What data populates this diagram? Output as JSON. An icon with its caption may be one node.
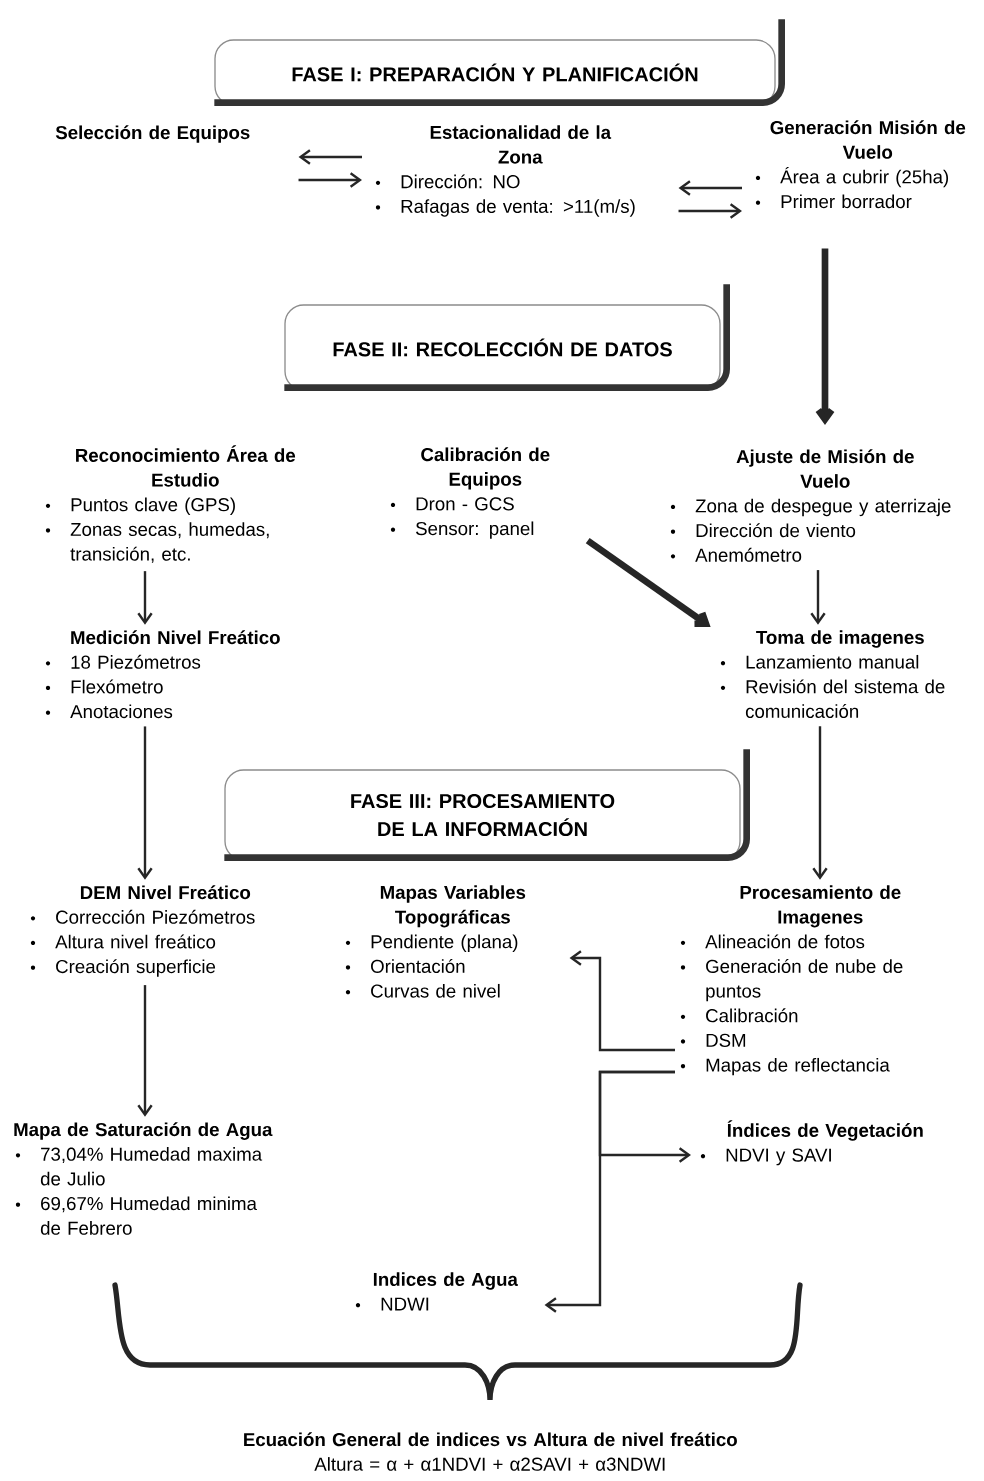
{
  "diagram": {
    "nodes": [
      {
        "text": [
          "FASE I: PREPARACIÓN Y PLANIFICACIÓN"
        ]
      },
      {
        "text": [
          "Selección de Equipos"
        ]
      },
      {
        "text": [
          "Estacionalidad de la Zona",
          "Dirección: NO",
          "Rafagas de venta: >11(m/s)"
        ]
      },
      {
        "text": [
          "Generación Misión de Vuelo",
          "Área a cubrir (25ha)",
          "Primer borrador"
        ]
      },
      {
        "text": [
          "FASE II: RECOLECCIÓN DE DATOS"
        ]
      },
      {
        "text": [
          "Reconocimiento Área de Estudio",
          "Puntos clave (GPS)",
          "Zonas secas, humedas, transición, etc."
        ]
      },
      {
        "text": [
          "Calibración de Equipos",
          "Dron - GCS",
          "Sensor: panel"
        ]
      },
      {
        "text": [
          "Ajuste de Misión de Vuelo",
          "Zona de despegue y aterrizaje",
          "Dirección de viento",
          "Anemómetro"
        ]
      },
      {
        "text": [
          "Medición Nivel Freático",
          "18 Piezómetros",
          "Flexómetro",
          "Anotaciones"
        ]
      },
      {
        "text": [
          "Toma de imagenes",
          "Lanzamiento manual",
          "Revisión del sistema de comunicación"
        ]
      },
      {
        "text": [
          "FASE III: PROCESAMIENTO DE LA INFORMACIÓN"
        ]
      },
      {
        "text": [
          "DEM Nivel Freático",
          "Corrección Piezómetros",
          "Altura nivel freático",
          "Creación superficie"
        ]
      },
      {
        "text": [
          "Mapas Variables Topográficas",
          "Pendiente (plana)",
          "Orientación",
          "Curvas de nivel"
        ]
      },
      {
        "text": [
          "Procesamiento de Imagenes",
          "Alineación de fotos",
          "Generación de nube de puntos",
          "Calibración",
          "DSM",
          "Mapas de reflectancia"
        ]
      },
      {
        "text": [
          "Mapa de Saturación de Agua",
          "73,04% Humedad maxima de Julio",
          "69,67% Humedad minima de Febrero"
        ]
      },
      {
        "text": [
          "Índices de Vegetación",
          "NDVI y SAVI"
        ]
      },
      {
        "text": [
          "Indices de Agua",
          "NDWI"
        ]
      },
      {
        "text": [
          "Ecuación General de indices vs Altura de nivel freático",
          "Altura = α + α1NDVI + α2SAVI + α3NDWI"
        ]
      }
    ],
    "edges": [
      {
        "from": 2,
        "to": 1,
        "arrow": "to"
      },
      {
        "from": 1,
        "to": 2,
        "arrow": "to"
      },
      {
        "from": 3,
        "to": 2,
        "arrow": "to"
      },
      {
        "from": 2,
        "to": 3,
        "arrow": "to"
      },
      {
        "from": 3,
        "to": 7,
        "arrow": "to",
        "style": "thick"
      },
      {
        "from": 5,
        "to": 8,
        "arrow": "to"
      },
      {
        "from": 6,
        "to": 9,
        "arrow": "to",
        "style": "thick"
      },
      {
        "from": 7,
        "to": 9,
        "arrow": "to"
      },
      {
        "from": 8,
        "to": 11,
        "arrow": "to"
      },
      {
        "from": 9,
        "to": 13,
        "arrow": "to"
      },
      {
        "from": 11,
        "to": 14,
        "arrow": "to"
      },
      {
        "from": 13,
        "to": 12,
        "arrow": "to"
      },
      {
        "from": 13,
        "to": 15,
        "arrow": "to"
      },
      {
        "from": 13,
        "to": 16,
        "arrow": "to"
      }
    ]
  }
}
